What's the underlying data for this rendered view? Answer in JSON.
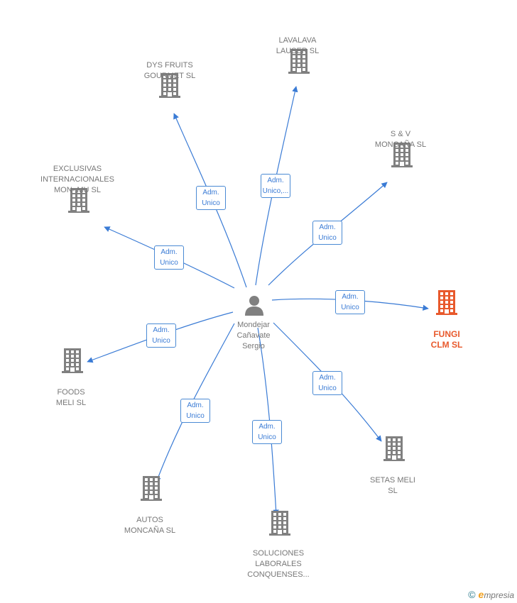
{
  "center": {
    "name_lines": [
      "Mondejar",
      "Cañavate",
      "Sergio"
    ],
    "icon": "person-icon"
  },
  "companies": [
    {
      "id": "lavalava",
      "lines": [
        "LAVALAVA",
        "LAUSER SL"
      ],
      "edge": [
        "Adm.",
        "Unico,..."
      ],
      "highlight": false
    },
    {
      "id": "dys",
      "lines": [
        "DYS FRUITS",
        "GOURMET  SL"
      ],
      "edge": [
        "Adm.",
        "Unico"
      ],
      "highlight": false
    },
    {
      "id": "sv",
      "lines": [
        "S & V",
        "MONCAÑA  SL"
      ],
      "edge": [
        "Adm.",
        "Unico"
      ],
      "highlight": false
    },
    {
      "id": "exclusivas",
      "lines": [
        "EXCLUSIVAS",
        "INTERNACIONALES",
        "MON- MU SL"
      ],
      "edge": [
        "Adm.",
        "Unico"
      ],
      "highlight": false
    },
    {
      "id": "fungi",
      "lines": [
        "FUNGI",
        "CLM  SL"
      ],
      "edge": [
        "Adm.",
        "Unico"
      ],
      "highlight": true
    },
    {
      "id": "foods",
      "lines": [
        "FOODS",
        "MELI  SL"
      ],
      "edge": [
        "Adm.",
        "Unico"
      ],
      "highlight": false
    },
    {
      "id": "setas",
      "lines": [
        "SETAS MELI",
        "SL"
      ],
      "edge": [
        "Adm.",
        "Unico"
      ],
      "highlight": false
    },
    {
      "id": "autos",
      "lines": [
        "AUTOS",
        "MONCAÑA SL"
      ],
      "edge": [
        "Adm.",
        "Unico"
      ],
      "highlight": false
    },
    {
      "id": "soluciones",
      "lines": [
        "SOLUCIONES",
        "LABORALES",
        "CONQUENSES..."
      ],
      "edge": [
        "Adm.",
        "Unico"
      ],
      "highlight": false
    }
  ],
  "colors": {
    "edge": "#3a7bd5",
    "building": "#808080",
    "highlight": "#e8592c"
  },
  "brand": {
    "copyright": "©",
    "initial": "e",
    "rest": "mpresia"
  }
}
